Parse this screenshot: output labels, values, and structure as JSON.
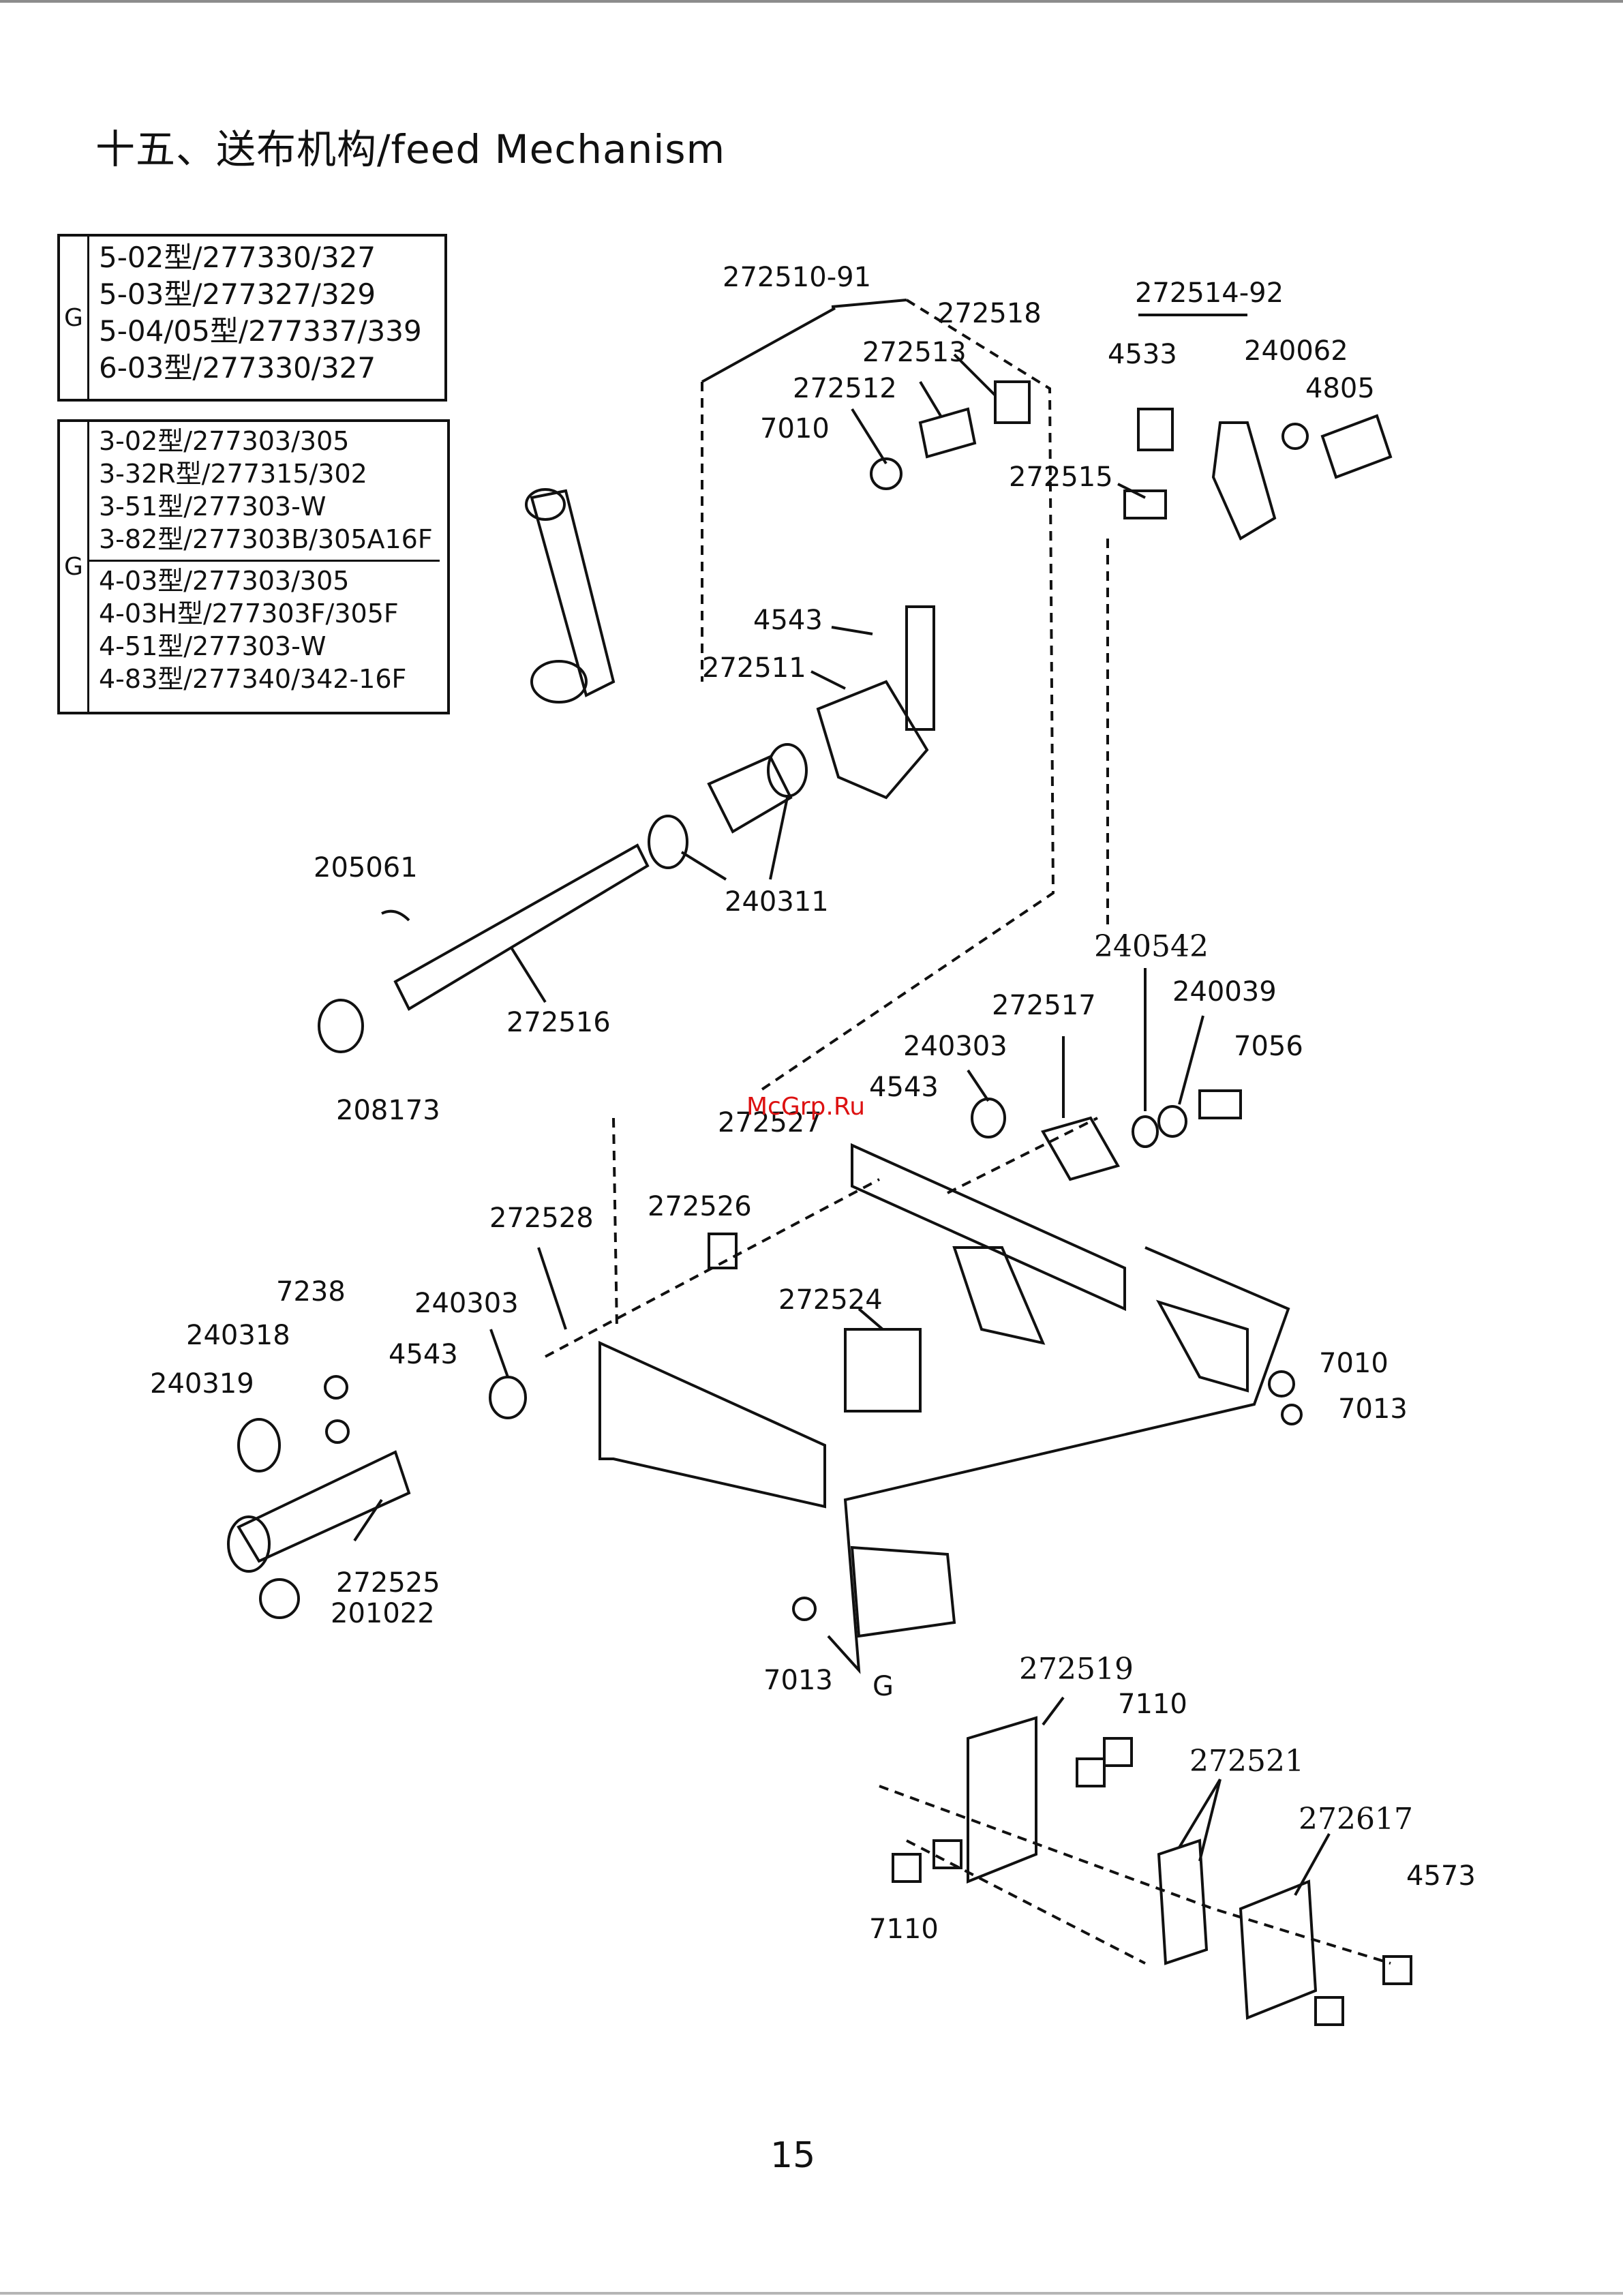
{
  "title": "十五、送布机构/feed Mechanism",
  "page_number": "15",
  "watermark": "McGrp.Ru",
  "tables": [
    {
      "group_label": "G",
      "groups": [
        [
          "5-02型/277330/327",
          "5-03型/277327/329",
          "5-04/05型/277337/339",
          "6-03型/277330/327"
        ]
      ]
    },
    {
      "group_label": "G",
      "groups": [
        [
          "3-02型/277303/305",
          "3-32R型/277315/302",
          "3-51型/277303-W",
          "3-82型/277303B/305A16F"
        ],
        [
          "4-03型/277303/305",
          "4-03H型/277303F/305F",
          "4-51型/277303-W",
          "4-83型/277340/342-16F"
        ]
      ]
    }
  ],
  "part_labels": [
    "272510-91",
    "272518",
    "272513",
    "272512",
    "7010",
    "272514-92",
    "4533",
    "240062",
    "4805",
    "272515",
    "4543",
    "272511",
    "205061",
    "240311",
    "272516",
    "208173",
    "240542",
    "240039",
    "272517",
    "7056",
    "240303",
    "4543",
    "272527",
    "272526",
    "272528",
    "272524",
    "7238",
    "240318",
    "240303",
    "4543",
    "240319",
    "7010",
    "7013",
    "272525",
    "201022",
    "7013",
    "G",
    "272519",
    "7110",
    "272521",
    "272617",
    "4573",
    "7110"
  ]
}
